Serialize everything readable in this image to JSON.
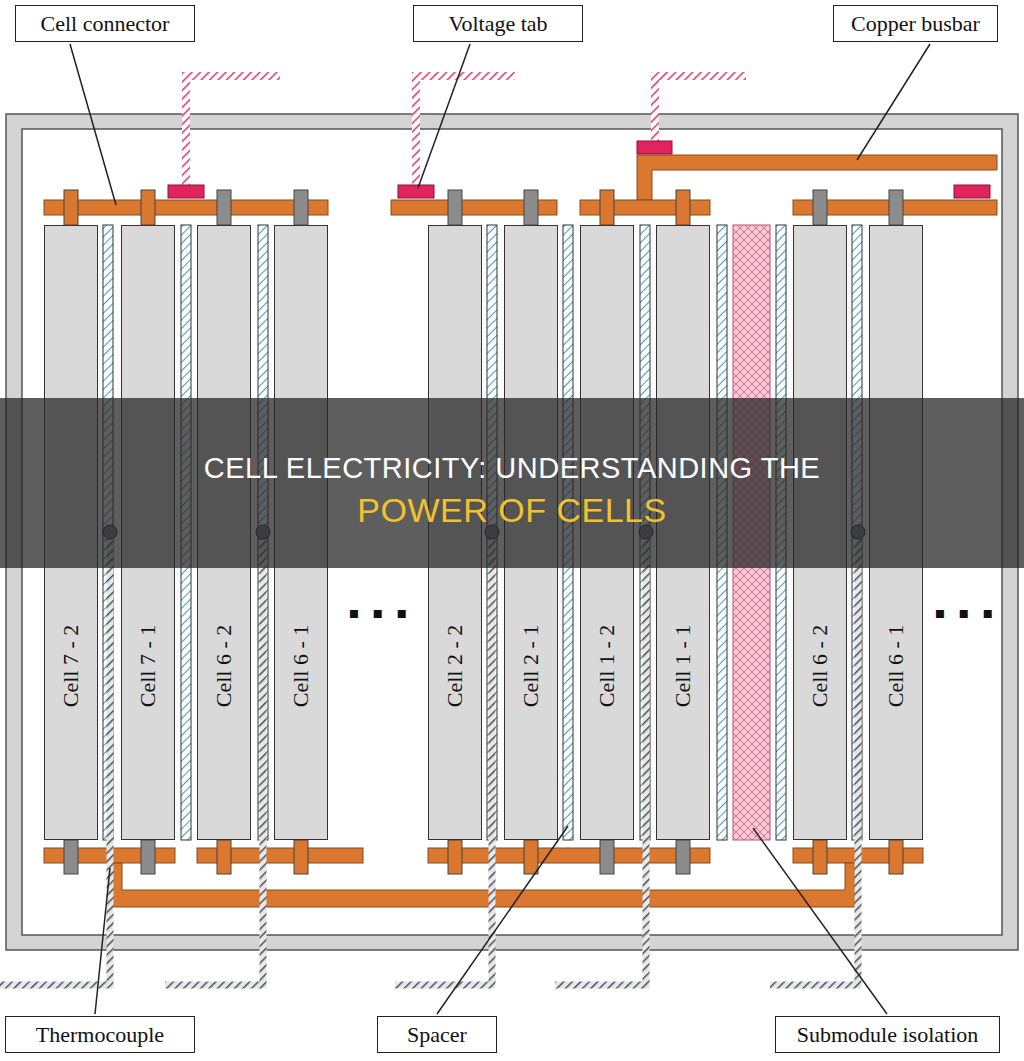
{
  "diagram": {
    "nodes": [
      {
        "text": [
          "Cell connector"
        ]
      },
      {
        "text": [
          "Voltage tab"
        ]
      },
      {
        "text": [
          "Copper busbar"
        ]
      },
      {
        "text": [
          "Cell 7 - 2"
        ]
      },
      {
        "text": [
          "Cell 7 - 1"
        ]
      },
      {
        "text": [
          "Cell 6 - 2"
        ]
      },
      {
        "text": [
          "Cell 6 - 1"
        ]
      },
      {
        "text": [
          "Cell 2 - 2"
        ]
      },
      {
        "text": [
          "Cell 2 - 1"
        ]
      },
      {
        "text": [
          "Cell 1 - 2"
        ]
      },
      {
        "text": [
          "Cell 1 - 1"
        ]
      },
      {
        "text": [
          "Cell 6 - 2"
        ]
      },
      {
        "text": [
          "Cell 6 - 1"
        ]
      },
      {
        "text": [
          "Thermocouple"
        ]
      },
      {
        "text": [
          "Spacer"
        ]
      },
      {
        "text": [
          "Submodule isolation"
        ]
      }
    ],
    "labels": [
      "CELL ELECTRICITY: UNDERSTANDING THE",
      "POWER OF CELLS",
      "▪ ▪ ▪",
      "▪ ▪ ▪"
    ]
  }
}
